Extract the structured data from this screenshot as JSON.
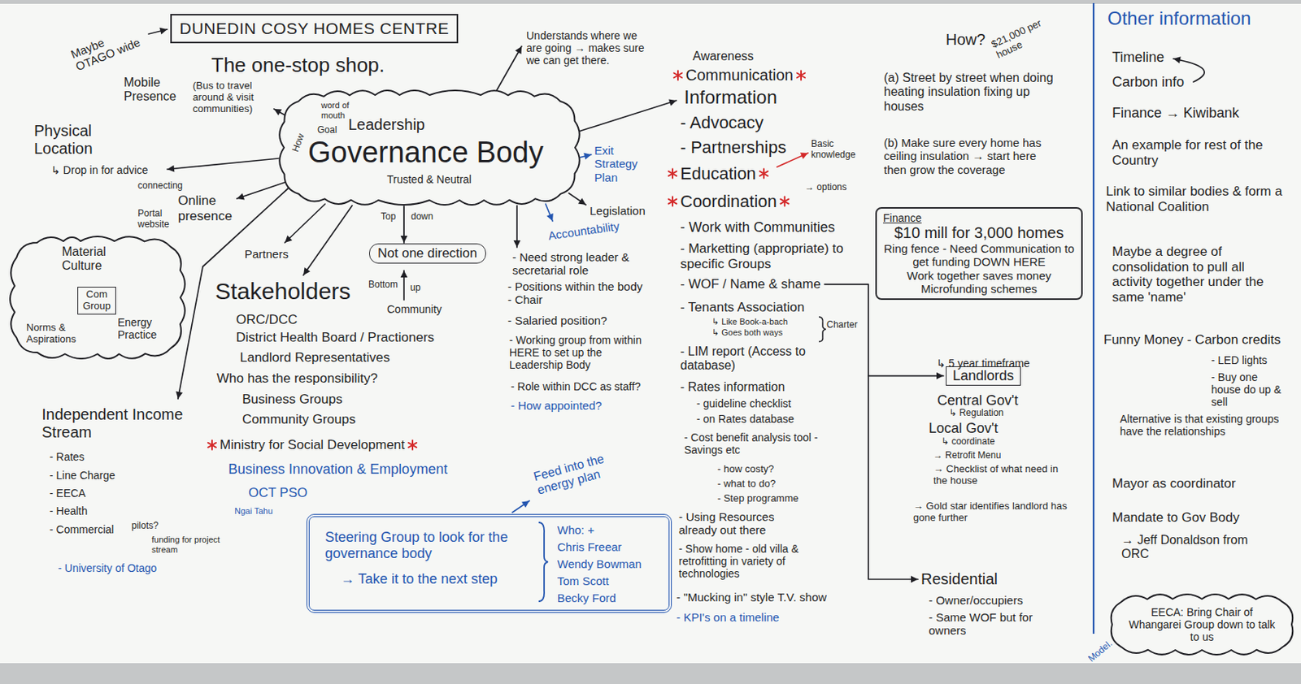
{
  "diagram": {
    "nodes": [
      {
        "text": [
          "DUNEDIN COSY HOMES CENTRE"
        ]
      },
      {
        "text": [
          "word of mouth",
          "Goal",
          "Leadership",
          "Governance Body",
          "Trusted & Neutral",
          "How"
        ]
      },
      {
        "text": [
          "Material Culture",
          "Norms & Aspirations",
          "Energy Practice"
        ]
      },
      {
        "text": [
          "Com Group"
        ],
        "in": 2
      },
      {
        "text": [
          "Not one direction"
        ]
      },
      {
        "text": [
          "Finance",
          "$10 mill for 3,000 homes",
          "Ring fence - Need Communication to get funding DOWN HERE",
          "Work together saves money",
          "Microfunding schemes"
        ]
      },
      {
        "text": [
          "Landlords"
        ]
      },
      {
        "text": [
          "Steering Group to look for the governance body",
          "→ Take it to the next step",
          "Who: +",
          "Chris Freear",
          "Wendy Bowman",
          "Tom Scott",
          "Becky Ford"
        ]
      },
      {
        "text": [
          "EECA: Bring Chair of Whangarei Group down to talk to us"
        ]
      }
    ],
    "edges": [
      {
        "from": 1,
        "to": 4,
        "arrow": "to"
      }
    ],
    "labels": [
      "Maybe OTAGO wide",
      "The one-stop shop.",
      "Mobile Presence",
      "(Bus to travel around & visit communities)",
      "Physical Location",
      "↳ Drop in for advice",
      "connecting",
      "Online presence",
      "Portal website",
      "Partners",
      "Stakeholders",
      "ORC/DCC",
      "District Health Board / Practioners",
      "Landlord Representatives",
      "Who has the responsibility?",
      "Business Groups",
      "Community Groups",
      "Ministry for Social Development",
      "Business Innovation & Employment",
      "OCT PSO",
      "Ngai Tahu",
      "Independent Income Stream",
      "- Rates",
      "- Line Charge",
      "- EECA",
      "- Health",
      "- Commercial",
      "pilots?",
      "funding for project stream",
      "- University of Otago",
      "Understands where we are going → makes sure we can get there.",
      "Exit Strategy Plan",
      "Legislation",
      "Accountability",
      "Top",
      "down",
      "Bottom",
      "up",
      "Community",
      "- Need strong leader & secretarial role",
      "- Positions within the body - Chair",
      "- Salaried position?",
      "- Working group from within HERE to set up the Leadership Body",
      "- Role within DCC as staff?",
      "- How appointed?",
      "Feed into the energy plan",
      "Awareness",
      "Communication",
      "Information",
      "- Advocacy",
      "- Partnerships",
      "Basic knowledge",
      "Education",
      "→ options",
      "Coordination",
      "- Work with Communities",
      "- Marketting (appropriate) to specific Groups",
      "- WOF / Name & shame",
      "- Tenants Association",
      "↳ Like Book-a-bach",
      "↳ Goes both ways",
      "Charter",
      "- LIM report (Access to database)",
      "- Rates information",
      "- guideline checklist",
      "- on Rates database",
      "- Cost benefit analysis tool - Savings etc",
      "- how costy?",
      "- what to do?",
      "- Step programme",
      "- Using Resources already out there",
      "- Show home - old villa & retrofitting in variety of technologies",
      "- \"Mucking in\" style T.V. show",
      "- KPI's on a timeline",
      "How?",
      "$21,000 per house",
      "(a) Street by street when doing heating insulation fixing up houses",
      "(b) Make sure every home has ceiling insulation → start here then grow the coverage",
      "↳ 5 year timeframe",
      "Central Gov't",
      "↳ Regulation",
      "Local Gov't",
      "↳ coordinate",
      "→ Retrofit Menu",
      "→ Checklist of what need in the house",
      "→ Gold star identifies landlord has gone further",
      "Residential",
      "- Owner/occupiers",
      "- Same WOF but for owners",
      "Other information",
      "Timeline",
      "Carbon info",
      "Finance → Kiwibank",
      "An example for rest of the Country",
      "Link to similar bodies & form a National Coalition",
      "Maybe a degree of consolidation to pull all activity together under the same 'name'",
      "Funny Money - Carbon credits",
      "- LED lights",
      "- Buy one house do up & sell",
      "Alternative is that existing groups have the relationships",
      "Mayor as coordinator",
      "Mandate to Gov Body",
      "→ Jeff Donaldson from ORC",
      "Model."
    ]
  }
}
